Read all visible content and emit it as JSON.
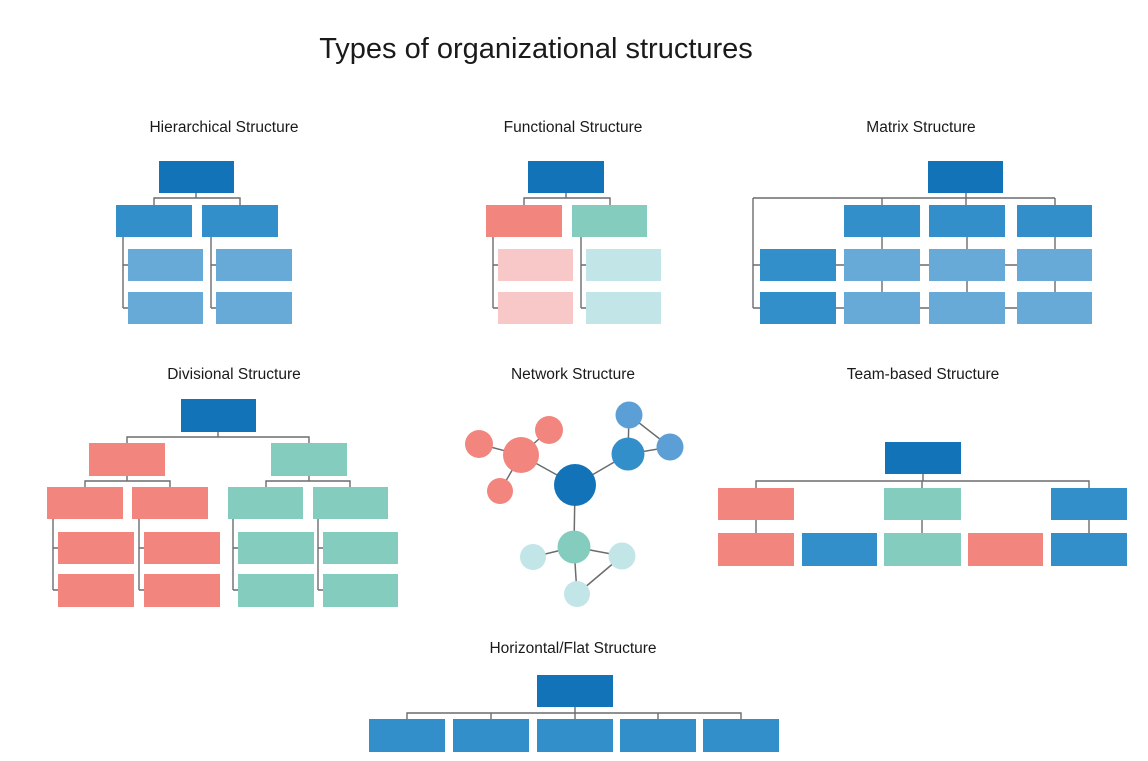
{
  "title": "Types of organizational structures",
  "colors": {
    "background": "#FFFFFF",
    "title_text": "#1A1A1A",
    "root_blue": "#1273B8",
    "mid_blue": "#338FC9",
    "light_blue": "#68AAD7",
    "salmon": "#F2857E",
    "teal": "#84CCBE",
    "pink": "#F8C7C8",
    "light_teal": "#C2E5E8",
    "net_light_blue": "#5C9FD6",
    "connector_gray": "#6B6C6E"
  },
  "diagrams": {
    "hierarchical": {
      "label": "Hierarchical Structure"
    },
    "functional": {
      "label": "Functional Structure"
    },
    "matrix": {
      "label": "Matrix Structure"
    },
    "divisional": {
      "label": "Divisional Structure"
    },
    "network": {
      "label": "Network Structure"
    },
    "team_based": {
      "label": "Team-based Structure"
    },
    "horizontal_flat": {
      "label": "Horizontal/Flat Structure"
    }
  }
}
